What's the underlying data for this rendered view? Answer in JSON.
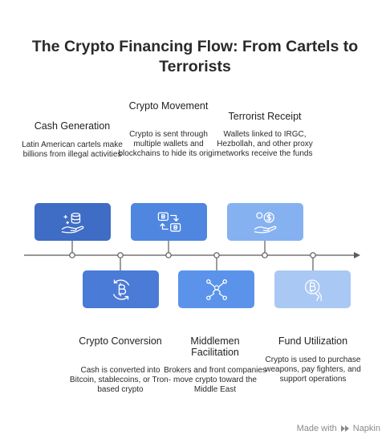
{
  "title": "The Crypto Financing Flow: From Cartels to Terrorists",
  "steps": [
    {
      "title": "Cash Generation",
      "desc": "Latin American cartels make billions from illegal activities",
      "icon": "money-hand-icon",
      "color": "#3f6cc4"
    },
    {
      "title": "Crypto Conversion",
      "desc": "Cash is converted into Bitcoin, stablecoins, or Tron-based crypto",
      "icon": "bitcoin-cycle-icon",
      "color": "#4a7bd6"
    },
    {
      "title": "Crypto Movement",
      "desc": "Crypto is sent through multiple wallets and blockchains to hide its origin",
      "icon": "wallet-transfer-icon",
      "color": "#4f86e0"
    },
    {
      "title": "Middlemen Facilitation",
      "desc": "Brokers and front companies move crypto toward the Middle East",
      "icon": "network-hub-icon",
      "color": "#5b93ea"
    },
    {
      "title": "Terrorist Receipt",
      "desc": "Wallets linked to IRGC, Hezbollah, and other proxy networks receive the funds",
      "icon": "receive-money-icon",
      "color": "#86b1f1"
    },
    {
      "title": "Fund Utilization",
      "desc": "Crypto is used to purchase weapons, pay fighters, and support operations",
      "icon": "bitcoin-hand-icon",
      "color": "#a9c8f4"
    }
  ],
  "footer": {
    "text": "Made with",
    "brand": "Napkin"
  }
}
